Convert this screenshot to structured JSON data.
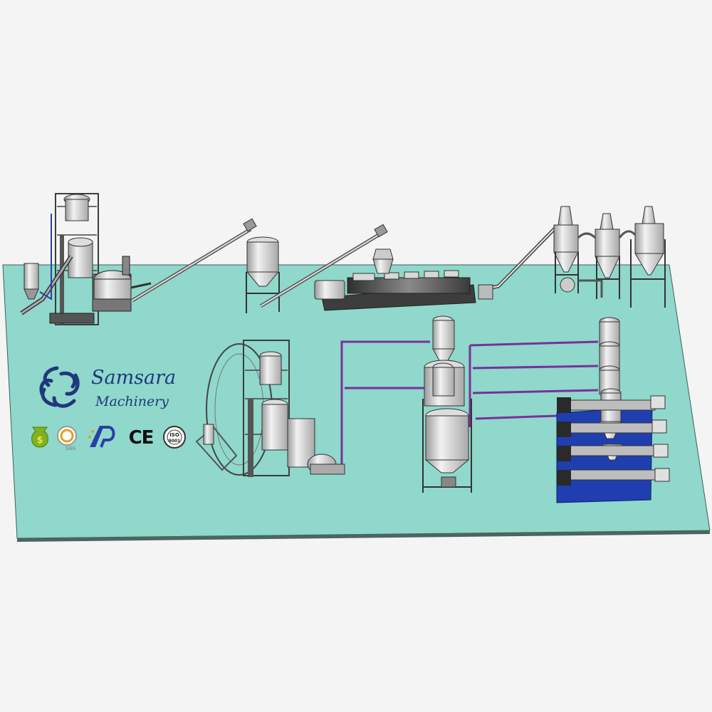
{
  "brand": {
    "name": "Samsara",
    "subtitle": "Machinery",
    "color": "#21377a"
  },
  "certifications": {
    "ce": "CE",
    "sgs": "SGS",
    "iso_line1": "ISO",
    "iso_line2": "9001"
  },
  "colors": {
    "floor": "#8fd8cb",
    "floor_edge": "#3f5f5a",
    "pipe": "#7a2f9c",
    "machine_light": "#e4e4e4",
    "machine_mid": "#b8b8b8",
    "machine_dark": "#4a4a4a",
    "blue_base": "#1f3fb0"
  },
  "equipment": [
    "mixer-tower-left",
    "incline-conveyor-1",
    "storage-silo-1",
    "incline-conveyor-2",
    "twin-screw-extruder",
    "pneumatic-conveyor",
    "cyclone-separators",
    "mixer-tower-center",
    "hopper-tanks-center",
    "single-screw-extruders-right"
  ]
}
